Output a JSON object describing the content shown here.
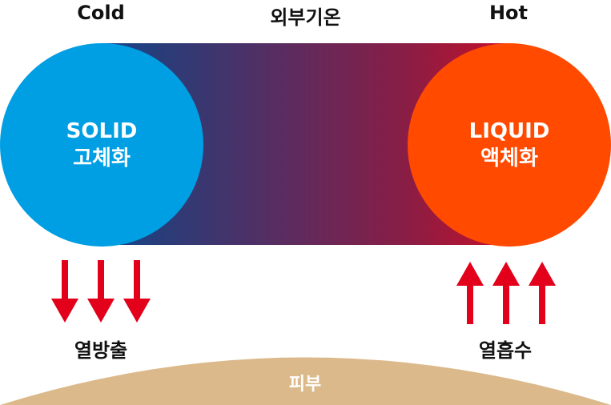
{
  "header": {
    "cold": "Cold",
    "temperature": "외부기온",
    "hot": "Hot"
  },
  "solid": {
    "title": "SOLID",
    "subtitle": "고체화",
    "color": "#009fe3"
  },
  "liquid": {
    "title": "LIQUID",
    "subtitle": "액체화",
    "color": "#ff4a00"
  },
  "heat": {
    "release": "열방출",
    "absorb": "열흡수",
    "arrow_color": "#e2001a"
  },
  "skin": {
    "label": "피부",
    "color": "#dcb98a"
  }
}
